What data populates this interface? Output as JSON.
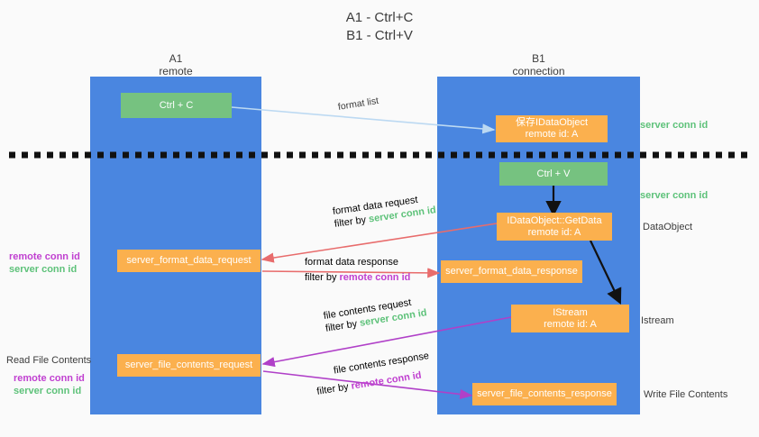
{
  "header": {
    "line1": "A1 - Ctrl+C",
    "line2": "B1 - Ctrl+V"
  },
  "lanes": [
    {
      "name": "A1",
      "sub": "remote"
    },
    {
      "name": "B1",
      "sub": "connection"
    }
  ],
  "nodes": {
    "ctrl_c": {
      "label": "Ctrl + C"
    },
    "ctrl_v": {
      "label": "Ctrl + V"
    },
    "save_idataobject": {
      "line1": "保存IDataObject",
      "line2": "remote id: A"
    },
    "getdata": {
      "line1": "IDataObject::GetData",
      "line2": "remote id: A"
    },
    "istream": {
      "line1": "IStream",
      "line2": "remote id: A"
    },
    "fmt_req": {
      "label": "server_format_data_request"
    },
    "fmt_resp": {
      "label": "server_format_data_response"
    },
    "file_req": {
      "label": "server_file_contents_request"
    },
    "file_resp": {
      "label": "server_file_contents_response"
    }
  },
  "edges": {
    "format_list": "format list",
    "fmt_req_l1": "format data request",
    "fmt_req_l2_prefix": "filter by ",
    "fmt_req_l2_key": "server conn id",
    "fmt_resp_l1": "format data response",
    "fmt_resp_l2_prefix": "filter by ",
    "fmt_resp_l2_key": "remote conn id",
    "file_req_l1": "file contents request",
    "file_req_l2_prefix": "filter by ",
    "file_req_l2_key": "server conn id",
    "file_resp_l1": "file contents response",
    "file_resp_l2_prefix": "filter by ",
    "file_resp_l2_key": "remote conn id"
  },
  "right_labels": {
    "server_conn_1": "server conn id",
    "server_conn_2": "server conn id",
    "dataobject": "DataObject",
    "istream": "Istream",
    "write_file_contents": "Write File Contents"
  },
  "left_labels": {
    "remote_conn_1": "remote conn id",
    "server_conn_1": "server conn id",
    "read_file_contents": "Read File Contents",
    "remote_conn_2": "remote conn id",
    "server_conn_2": "server conn id"
  },
  "colors": {
    "lane": "#4a86e0",
    "orange": "#fbb04e",
    "green": "#76c280",
    "green_text": "#5ec27a",
    "purple_text": "#c040d0",
    "arrow_light_blue": "#bcd9f2",
    "arrow_red": "#e86c6c",
    "arrow_purple": "#b040c8",
    "arrow_black": "#111111",
    "background": "#fafafa"
  }
}
